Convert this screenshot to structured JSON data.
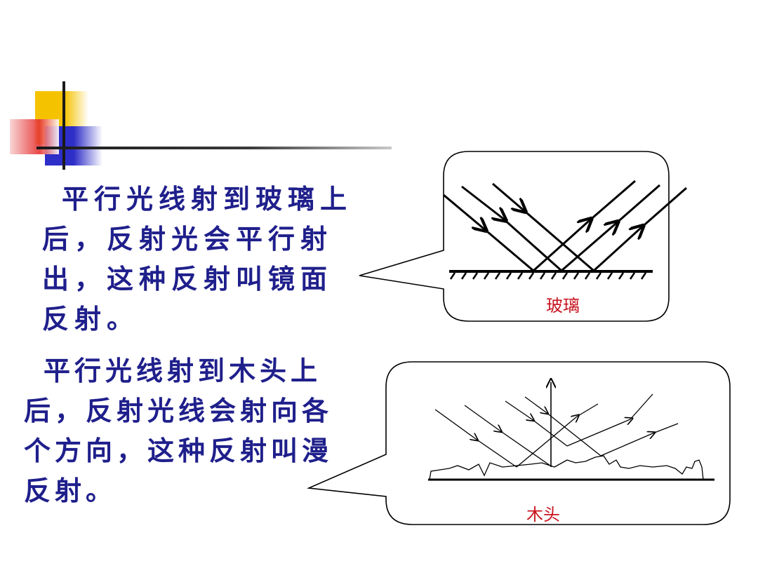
{
  "paragraphs": {
    "glass": "平行光线射到玻璃上后，反射光会平行射出，这种反射叫镜面反射。",
    "glass_lines": [
      "平行光线射到玻璃上",
      "后，反射光会平行射",
      "出，这种反射叫镜面",
      "反射。"
    ],
    "wood_lines": [
      "平行光线射到木头上",
      "后，反射光线会射向各",
      "个方向，这种反射叫漫",
      "反射。"
    ]
  },
  "diagrams": {
    "glass_label": "玻璃",
    "wood_label": "木头"
  },
  "colors": {
    "text": "#1f1f8c",
    "label": "#c8141e",
    "deco_yellow": "#f5c200",
    "deco_blue": "#2e2ec8",
    "deco_red": "#e63232"
  }
}
